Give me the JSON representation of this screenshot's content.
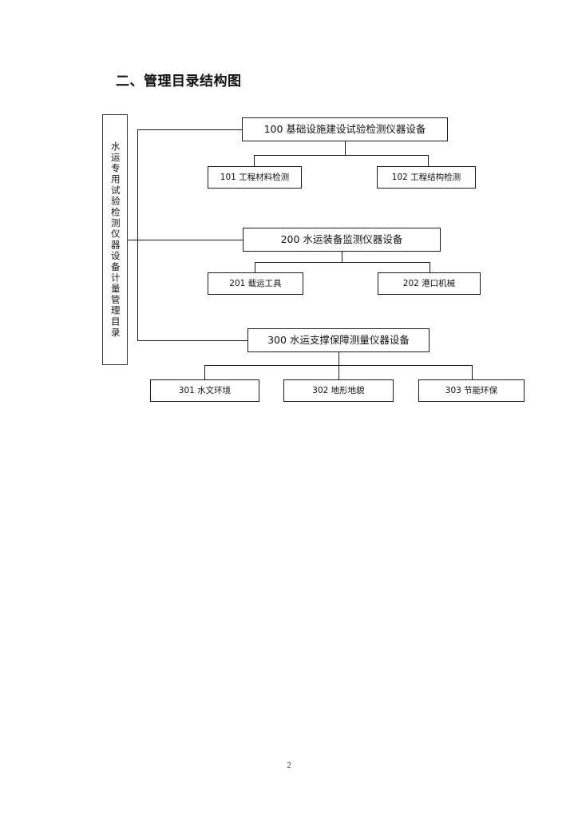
{
  "document": {
    "title": "二、管理目录结构图",
    "page_number": "2"
  },
  "diagram": {
    "type": "tree",
    "root": {
      "label": "水运专用试验检测仪器设备计量管理目录",
      "orientation": "vertical"
    },
    "branches": [
      {
        "code": "100",
        "label": "100  基础设施建设试验检测仪器设备",
        "children": [
          {
            "code": "101",
            "label": "101  工程材料检测"
          },
          {
            "code": "102",
            "label": "102  工程结构检测"
          }
        ]
      },
      {
        "code": "200",
        "label": "200  水运装备监测仪器设备",
        "children": [
          {
            "code": "201",
            "label": "201  载运工具"
          },
          {
            "code": "202",
            "label": "202  港口机械"
          }
        ]
      },
      {
        "code": "300",
        "label": "300  水运支撑保障测量仪器设备",
        "children": [
          {
            "code": "301",
            "label": "301  水文环境"
          },
          {
            "code": "302",
            "label": "302  地形地貌"
          },
          {
            "code": "303",
            "label": "303  节能环保"
          }
        ]
      }
    ],
    "colors": {
      "line": "#1a1a1a",
      "box_border": "#1a1a1a",
      "box_fill": "#ffffff",
      "text": "#111111"
    }
  }
}
